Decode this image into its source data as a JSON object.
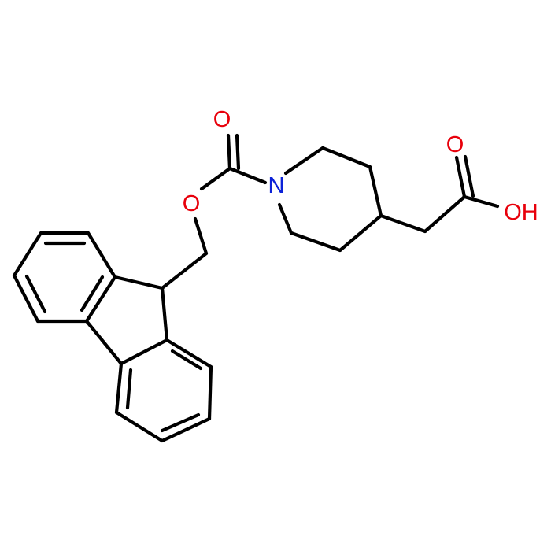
{
  "molecule": {
    "atoms": {
      "carbonyl_oxygen": "O",
      "ester_oxygen": "O",
      "piperidine_nitrogen": "N",
      "acid_carbonyl_oxygen": "O",
      "acid_hydroxyl": "OH"
    }
  },
  "colors": {
    "bond": "#000000",
    "oxygen": "#e8000b",
    "nitrogen": "#0c22d8",
    "background": "#ffffff"
  }
}
